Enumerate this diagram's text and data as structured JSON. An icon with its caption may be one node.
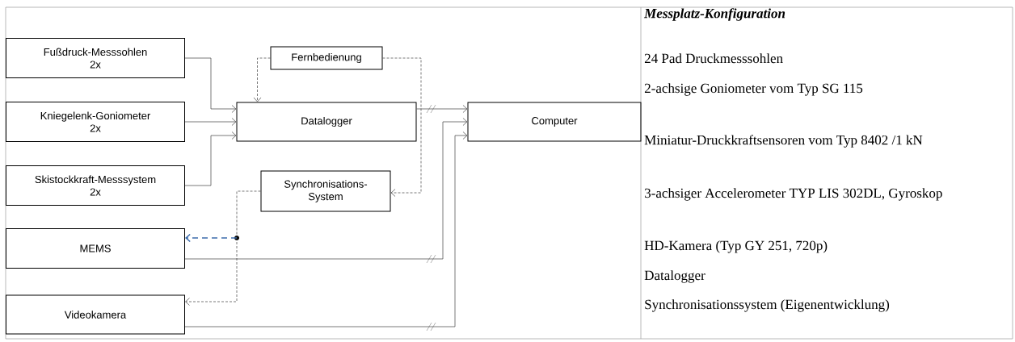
{
  "diagram": {
    "title": "Messplatz-Konfiguration",
    "nodes": [
      {
        "text": [
          "Fußdruck-Messsohlen",
          "2x"
        ]
      },
      {
        "text": [
          "Fernbedienung"
        ]
      },
      {
        "text": [
          "Kniegelenk-Goniometer",
          "2x"
        ]
      },
      {
        "text": [
          "Datalogger"
        ]
      },
      {
        "text": [
          "Computer"
        ]
      },
      {
        "text": [
          "Skistockkraft-Messsystem",
          "2x"
        ]
      },
      {
        "text": [
          "Synchronisations-System"
        ]
      },
      {
        "text": [
          "MEMS"
        ]
      },
      {
        "text": [
          "Videokamera"
        ]
      },
      {
        "text": [],
        "shape": "circle"
      }
    ],
    "edges": [
      {
        "from": 0,
        "to": 3,
        "arrow": "to"
      },
      {
        "from": 2,
        "to": 3,
        "arrow": "to"
      },
      {
        "from": 5,
        "to": 3,
        "arrow": "to"
      },
      {
        "from": 1,
        "to": 3,
        "arrow": "to",
        "style": "dashed"
      },
      {
        "from": 1,
        "to": 6,
        "arrow": "to",
        "style": "dashed"
      },
      {
        "from": 3,
        "to": 4,
        "arrow": "to"
      },
      {
        "from": 7,
        "to": 4,
        "arrow": "to"
      },
      {
        "from": 8,
        "to": 4,
        "arrow": "to"
      },
      {
        "from": 6,
        "to": 9,
        "arrow": "none",
        "style": "dashed"
      },
      {
        "from": 9,
        "to": 7,
        "arrow": "to",
        "style": "dashed",
        "color": "#3c6cac"
      },
      {
        "from": 9,
        "to": 8,
        "arrow": "to",
        "style": "dashed"
      }
    ],
    "labels": [
      "24 Pad Druckmesssohlen",
      "2-achsige Goniometer vom Typ SG 115",
      "Miniatur-Druckkraftsensoren vom Typ 8402 /1 kN",
      "3-achsiger Accelerometer TYP LIS 302DL, Gyroskop",
      "HD-Kamera (Typ GY 251, 720p)",
      "Datalogger",
      "Synchronisationssystem (Eigenentwicklung)"
    ]
  }
}
